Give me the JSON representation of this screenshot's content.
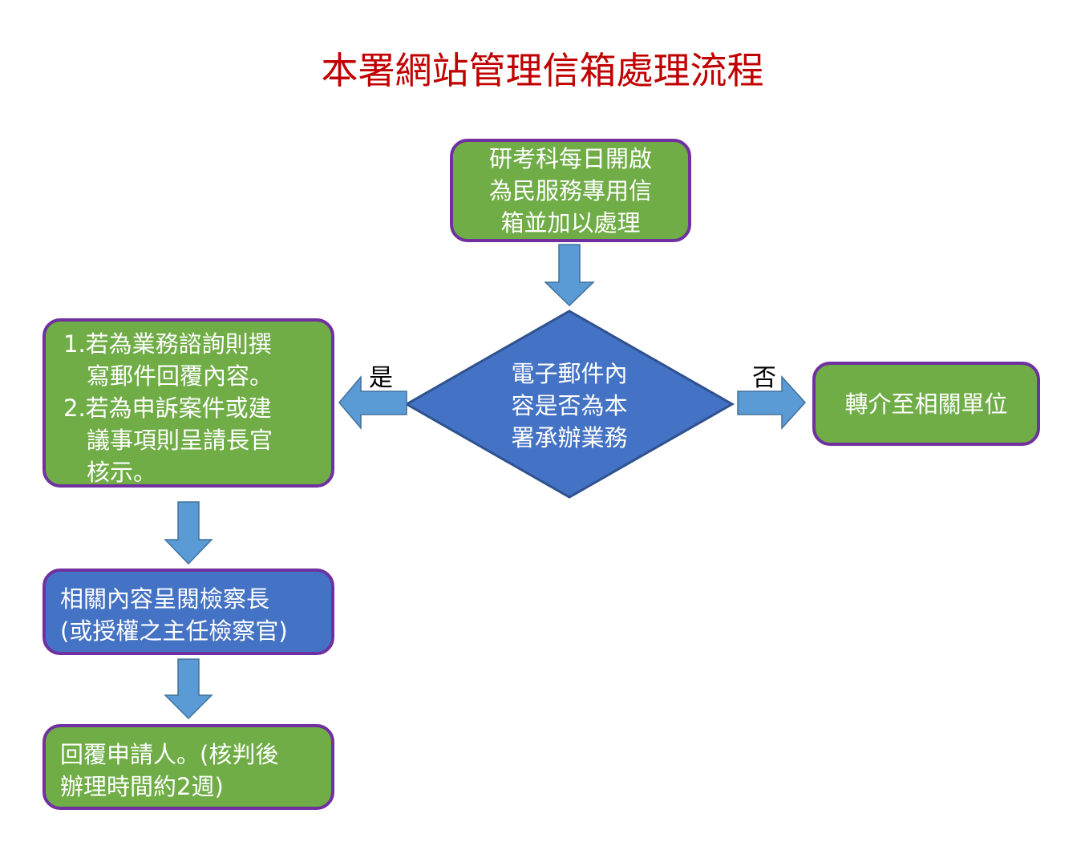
{
  "title": "本署網站管理信箱處理流程",
  "nodes": {
    "start": {
      "lines": [
        "研考科每日開啟",
        "為民服務專用信",
        "箱並加以處理"
      ]
    },
    "decision": {
      "lines": [
        "電子郵件內",
        "容是否為本",
        "署承辦業務"
      ]
    },
    "yes_action": {
      "lines": [
        "1.若為業務諮詢則撰",
        "寫郵件回覆內容。",
        "2.若為申訴案件或建",
        "議事項則呈請長官",
        "核示。"
      ]
    },
    "no_action": {
      "lines": [
        "轉介至相關單位"
      ]
    },
    "review": {
      "lines": [
        "相關內容呈閱檢察長",
        "(或授權之主任檢察官)"
      ]
    },
    "reply": {
      "lines": [
        "回覆申請人。(核判後",
        "辦理時間約2週)"
      ]
    }
  },
  "edge_labels": {
    "yes": "是",
    "no": "否"
  },
  "colors": {
    "title": "#c00000",
    "process_fill": "#70ad47",
    "review_fill": "#4472c4",
    "decision_fill": "#4472c4",
    "border": "#7030a0",
    "arrow": "#5b9bd5"
  }
}
